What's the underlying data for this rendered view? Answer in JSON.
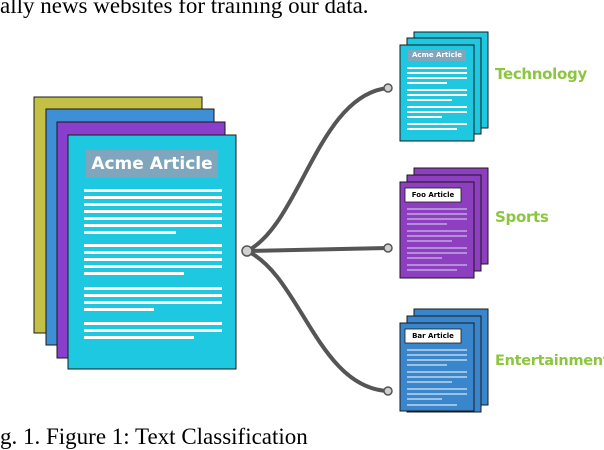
{
  "body_text": "ally news websites for training our data.",
  "caption": "g. 1. Figure 1: Text Classification",
  "source_document": {
    "title": "Acme Article",
    "color": "#1ec8e0"
  },
  "categories": [
    {
      "label": "Technology",
      "doc_title": "Acme Article",
      "color": "#1ec8e0"
    },
    {
      "label": "Sports",
      "doc_title": "Foo Article",
      "color": "#8e3fc0"
    },
    {
      "label": "Entertainment",
      "doc_title": "Bar Article",
      "color": "#3a86cc"
    }
  ],
  "colors": {
    "label_green": "#8cc63f",
    "connector": "#555555",
    "stack_olive": "#c4bf45",
    "stack_blue": "#3f8fd6",
    "stack_purple": "#8a3fcc",
    "stack_cyan": "#1ec8e0"
  }
}
